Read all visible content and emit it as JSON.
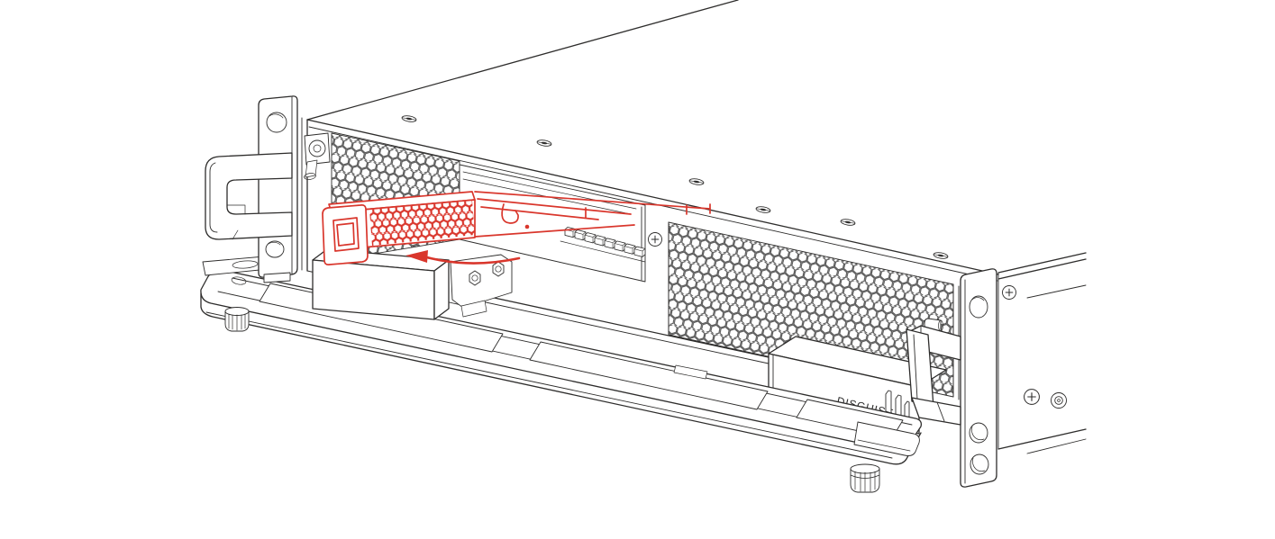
{
  "figure": {
    "device_label": "DISGUISE",
    "colors": {
      "line-color": "#2e2d2c",
      "highlight-color": "#d9362c",
      "background-color": "#ffffff"
    },
    "annotation": {
      "type": "removal-direction-arrow",
      "color": "#d9362c",
      "direction": "down-left"
    },
    "parts": [
      {
        "name": "chassis-2u-rack-unit",
        "highlighted": false
      },
      {
        "name": "left-rack-ear-handle",
        "highlighted": false
      },
      {
        "name": "right-rack-ear-handle",
        "highlighted": false
      },
      {
        "name": "hex-vent-mesh",
        "highlighted": false
      },
      {
        "name": "drive-bay-opening",
        "highlighted": false
      },
      {
        "name": "backplane-connector-strip",
        "highlighted": false
      },
      {
        "name": "drive-caddy-being-removed",
        "highlighted": true
      },
      {
        "name": "lower-drive-module",
        "highlighted": false
      },
      {
        "name": "disguise-drive-module",
        "highlighted": false
      },
      {
        "name": "front-drop-down-tray",
        "highlighted": false
      },
      {
        "name": "thumbscrew-left",
        "highlighted": false
      },
      {
        "name": "thumbscrew-right",
        "highlighted": false
      },
      {
        "name": "bnc-connector",
        "highlighted": false
      },
      {
        "name": "panel-screws",
        "highlighted": false
      }
    ]
  }
}
